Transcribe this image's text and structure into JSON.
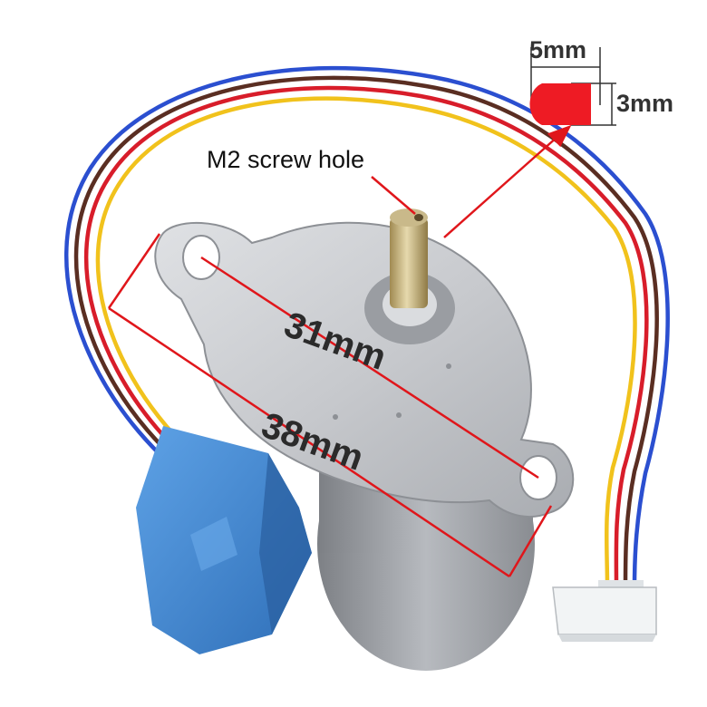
{
  "image": {
    "labels": {
      "screw_hole": "M2 screw hole",
      "shaft_width": "5mm",
      "shaft_thickness": "3mm",
      "hole_spacing": "31mm",
      "body_width": "38mm"
    },
    "colors": {
      "annotation": "#e0161b",
      "wire_blue": "#2b4fd0",
      "wire_red": "#d81d2a",
      "wire_yellow": "#f1c21c",
      "wire_brown": "#5a2e22",
      "housing_blue": "#3f86cf",
      "plate_metal": "#c9cbcf"
    }
  }
}
